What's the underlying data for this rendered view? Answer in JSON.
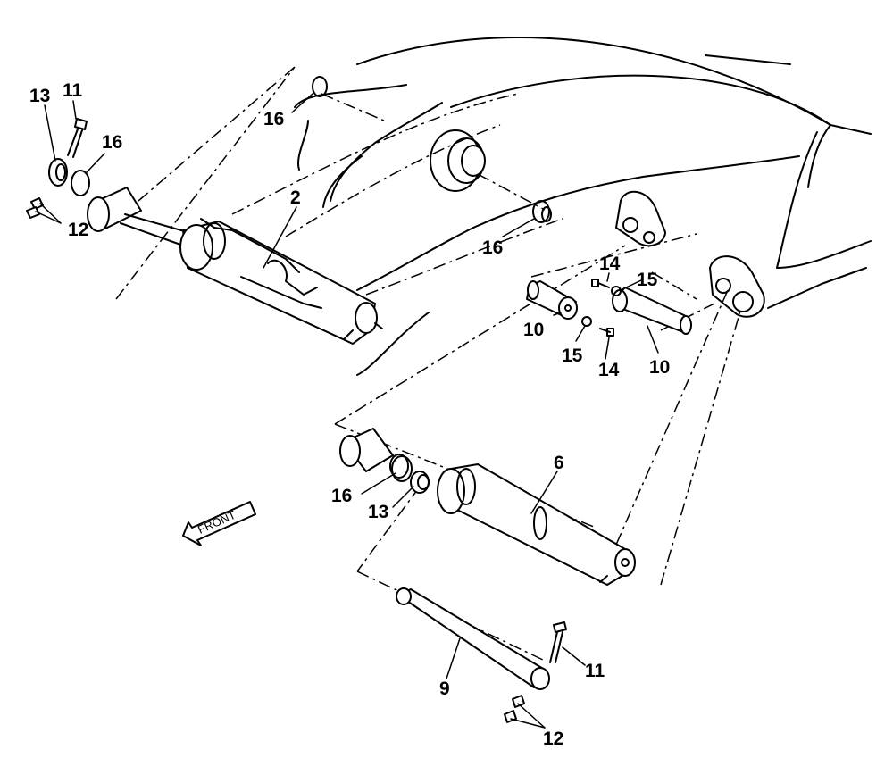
{
  "diagram": {
    "direction_label": "FRONT",
    "callouts": [
      {
        "id": "c13a",
        "text": "13"
      },
      {
        "id": "c11a",
        "text": "11"
      },
      {
        "id": "c16a",
        "text": "16"
      },
      {
        "id": "c12a",
        "text": "12"
      },
      {
        "id": "c16b",
        "text": "16"
      },
      {
        "id": "c2",
        "text": "2"
      },
      {
        "id": "c16c",
        "text": "16"
      },
      {
        "id": "c14a",
        "text": "14"
      },
      {
        "id": "c15a",
        "text": "15"
      },
      {
        "id": "c10a",
        "text": "10"
      },
      {
        "id": "c15b",
        "text": "15"
      },
      {
        "id": "c14b",
        "text": "14"
      },
      {
        "id": "c10b",
        "text": "10"
      },
      {
        "id": "c6",
        "text": "6"
      },
      {
        "id": "c16d",
        "text": "16"
      },
      {
        "id": "c13b",
        "text": "13"
      },
      {
        "id": "c9",
        "text": "9"
      },
      {
        "id": "c11b",
        "text": "11"
      },
      {
        "id": "c12b",
        "text": "12"
      }
    ]
  }
}
